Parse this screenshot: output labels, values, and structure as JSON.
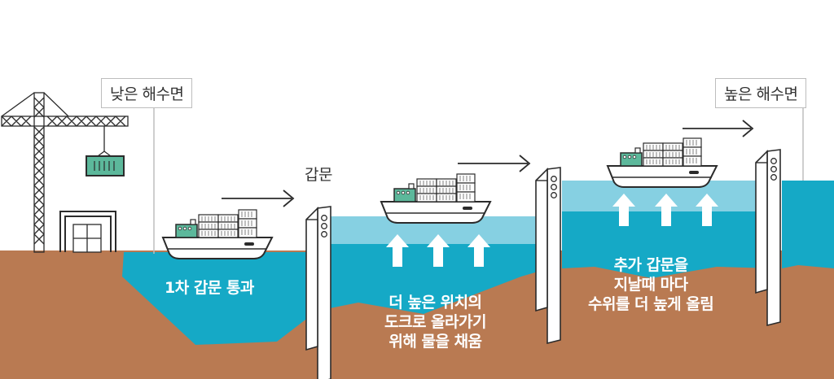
{
  "diagram": {
    "title_labels": {
      "low_sea_level": "낮은 해수면",
      "lock_gate": "갑문",
      "high_sea_level": "높은 해수면"
    },
    "stages": [
      {
        "id": "stage-1",
        "caption_lines": [
          "1차 갑문 통과"
        ]
      },
      {
        "id": "stage-2",
        "caption_lines": [
          "더 높은 위치의",
          "도크로 올라가기",
          "위해 물을 채움"
        ]
      },
      {
        "id": "stage-3",
        "caption_lines": [
          "추가 갑문을",
          "지날때 마다",
          "수위를 더 높게 올림"
        ]
      }
    ],
    "colors": {
      "water": "#15a9c6",
      "water_raised": "#86d0e2",
      "ground": "#b97a52",
      "ship_accent": "#5cb89b",
      "outline": "#2b2b2b",
      "leader_line": "#bdbdbd"
    },
    "elements": [
      "crane",
      "container",
      "warehouse",
      "ship",
      "lock-gate",
      "direction-arrow",
      "water-rise-arrow"
    ]
  }
}
